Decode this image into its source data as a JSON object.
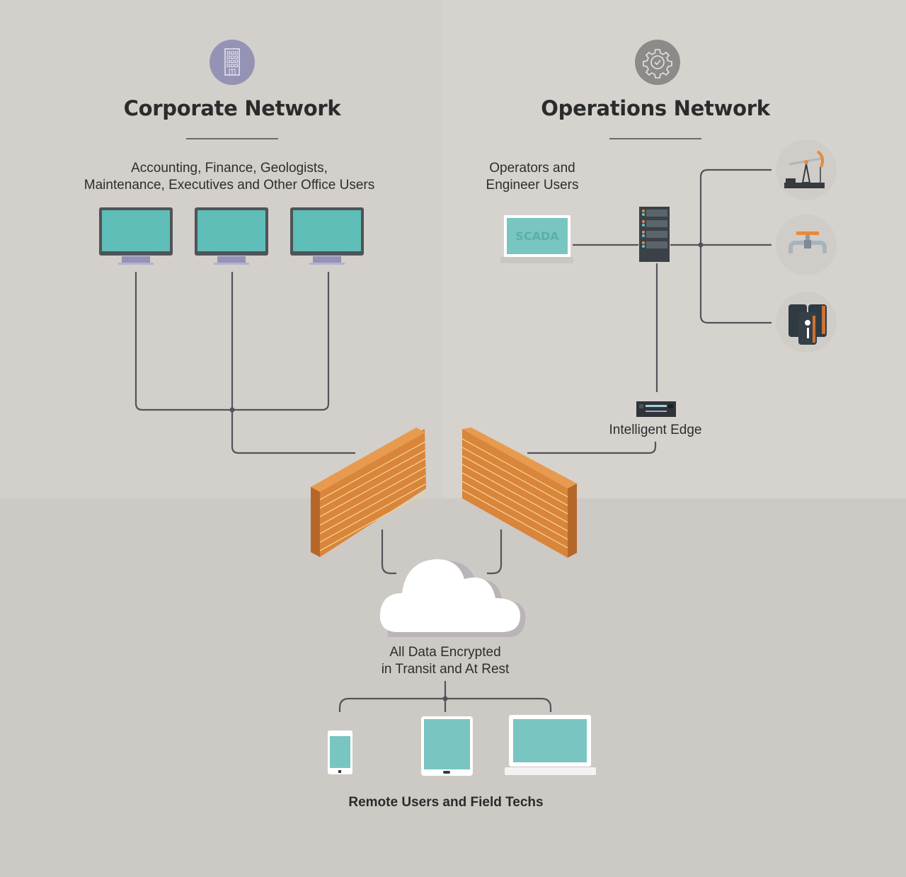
{
  "corporate": {
    "title": "Corporate Network",
    "icon": "office-building-icon",
    "users_label_line1": "Accounting, Finance, Geologists,",
    "users_label_line2": "Maintenance, Executives and Other Office Users",
    "devices": [
      "desktop-monitor",
      "desktop-monitor",
      "desktop-monitor"
    ]
  },
  "operations": {
    "title": "Operations Network",
    "icon": "gear-check-icon",
    "users_label_line1": "Operators and",
    "users_label_line2": "Engineer Users",
    "scada_label": "SCADA",
    "edge_label": "Intelligent Edge",
    "field_assets": [
      "pumpjack-icon",
      "pipeline-valve-icon",
      "storage-tanks-icon"
    ]
  },
  "cloud": {
    "label_line1": "All Data Encrypted",
    "label_line2": "in Transit and At Rest"
  },
  "remote": {
    "label": "Remote Users and Field Techs",
    "devices": [
      "smartphone",
      "tablet",
      "laptop"
    ]
  },
  "colors": {
    "screen": "#5fbdb7",
    "bezel": "#4f5457",
    "stand": "#9593b5",
    "brick": "#d9853a",
    "badge_corporate": "#9593b5",
    "badge_operations": "#8c8b89",
    "line": "#55525a"
  }
}
